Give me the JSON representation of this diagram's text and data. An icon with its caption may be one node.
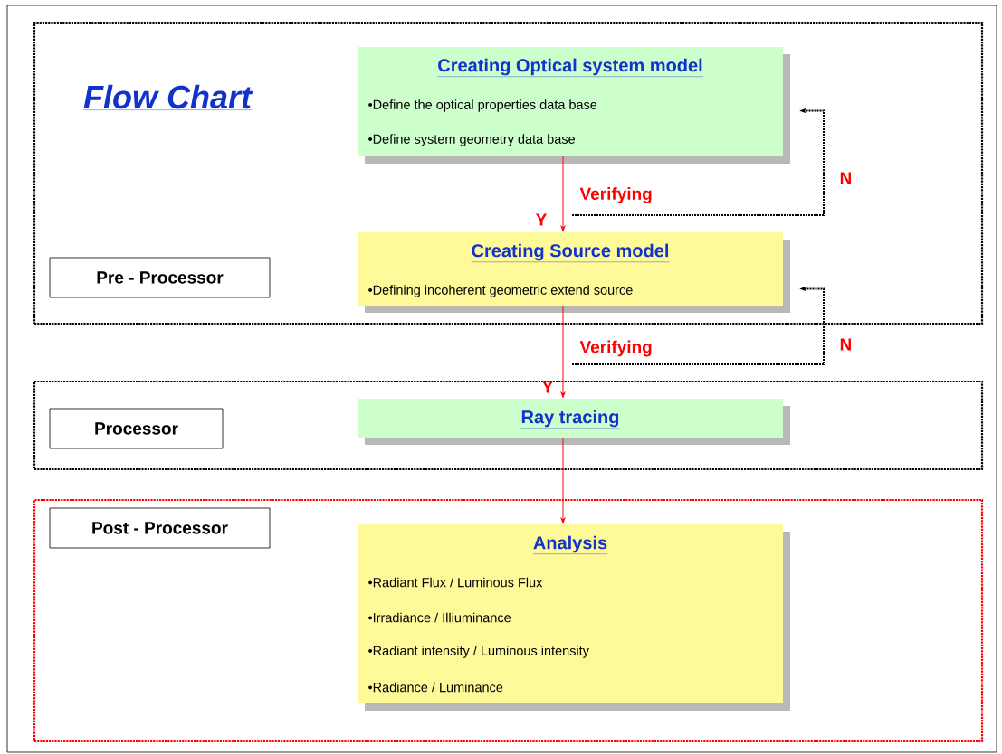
{
  "diagram": {
    "title": "Flow Chart",
    "nodes": [
      {
        "text": [],
        "shape": "box"
      },
      {
        "text": [
          "Pre - Processor"
        ],
        "in": 0
      },
      {
        "text": [
          "Creating Optical  system model",
          "•Define the optical properties data base",
          "•Define system geometry data base"
        ],
        "in": 0
      },
      {
        "text": [
          "Creating Source model",
          "•Defining incoherent geometric extend source"
        ],
        "in": 0
      },
      {
        "text": [],
        "shape": "box"
      },
      {
        "text": [
          "Processor"
        ],
        "in": 4
      },
      {
        "text": [
          "Ray tracing"
        ],
        "in": 4
      },
      {
        "text": [],
        "shape": "box"
      },
      {
        "text": [
          "Post - Processor"
        ],
        "in": 7
      },
      {
        "text": [
          "Analysis",
          "•Radiant Flux / Luminous Flux",
          "•Irradiance / Illiuminance",
          "•Radiant intensity / Luminous intensity",
          "•Radiance / Luminance"
        ],
        "in": 7
      }
    ],
    "edges": [
      {
        "from": 2,
        "to": 3,
        "arrow": "to",
        "label": "Verifying"
      },
      {
        "from": null,
        "to": 2,
        "arrow": "to",
        "label": "N",
        "style": "dashed",
        "color": "#000000"
      },
      {
        "from": 3,
        "to": 6,
        "arrow": "to",
        "label": "Verifying"
      },
      {
        "from": null,
        "to": 3,
        "arrow": "to",
        "label": "N",
        "style": "dashed",
        "color": "#000000"
      },
      {
        "from": 6,
        "to": 9,
        "arrow": "to"
      }
    ],
    "labels": [
      "Y",
      "Y"
    ]
  }
}
